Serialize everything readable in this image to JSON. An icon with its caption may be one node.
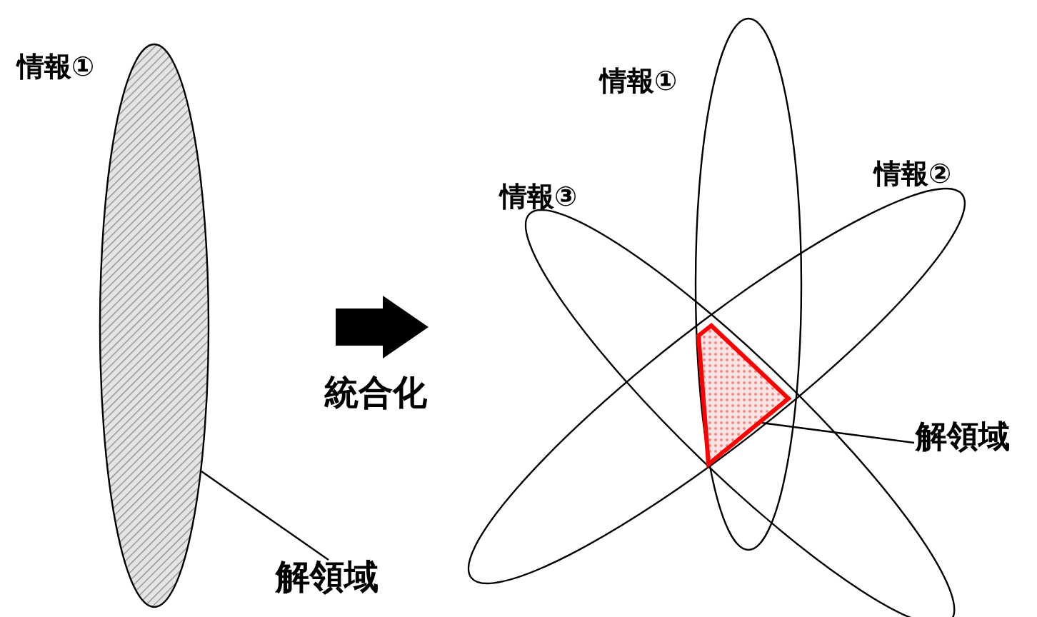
{
  "diagram": {
    "nodes": [
      {
        "text": [
          "情報①"
        ]
      },
      {
        "text": [
          "解領域"
        ]
      },
      {
        "text": [
          "情報①"
        ]
      },
      {
        "text": [
          "情報②"
        ]
      },
      {
        "text": [
          "情報③"
        ]
      },
      {
        "text": [],
        "shape": "triangle"
      },
      {
        "text": [
          "解領域"
        ]
      }
    ],
    "edges": [
      {
        "from": 1,
        "to": 0,
        "arrow": "none"
      },
      {
        "from": 6,
        "to": 5,
        "arrow": "none"
      }
    ],
    "labels": [
      "統合化"
    ]
  }
}
